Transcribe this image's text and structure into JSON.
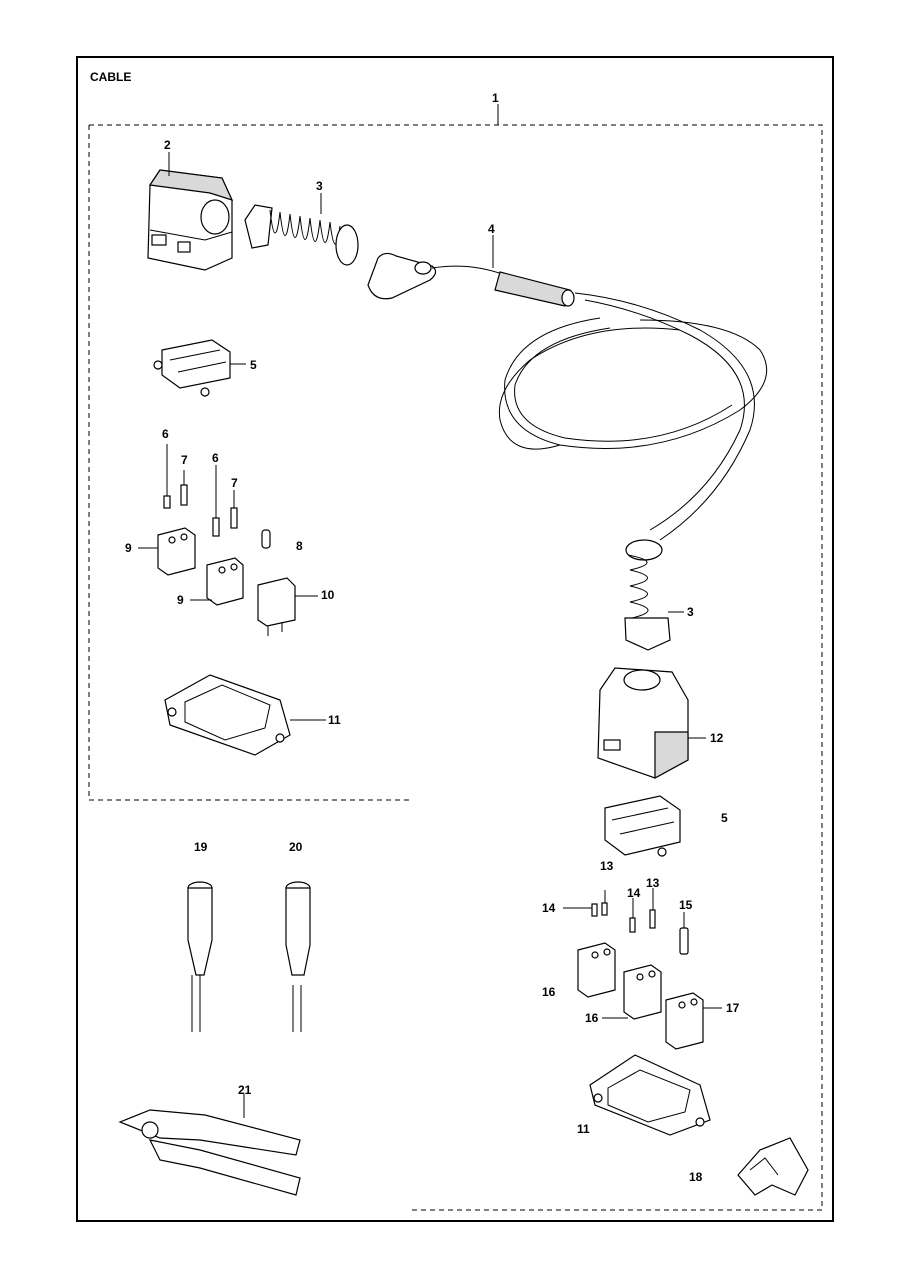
{
  "title": "CABLE",
  "labels": {
    "l1": "1",
    "l2": "2",
    "l3a": "3",
    "l3b": "3",
    "l4": "4",
    "l5a": "5",
    "l5b": "5",
    "l6a": "6",
    "l6b": "6",
    "l7a": "7",
    "l7b": "7",
    "l8": "8",
    "l9a": "9",
    "l9b": "9",
    "l10": "10",
    "l11a": "11",
    "l11b": "11",
    "l12": "12",
    "l13a": "13",
    "l13b": "13",
    "l14a": "14",
    "l14b": "14",
    "l15": "15",
    "l16a": "16",
    "l16b": "16",
    "l17": "17",
    "l18": "18",
    "l19": "19",
    "l20": "20",
    "l21": "21"
  }
}
